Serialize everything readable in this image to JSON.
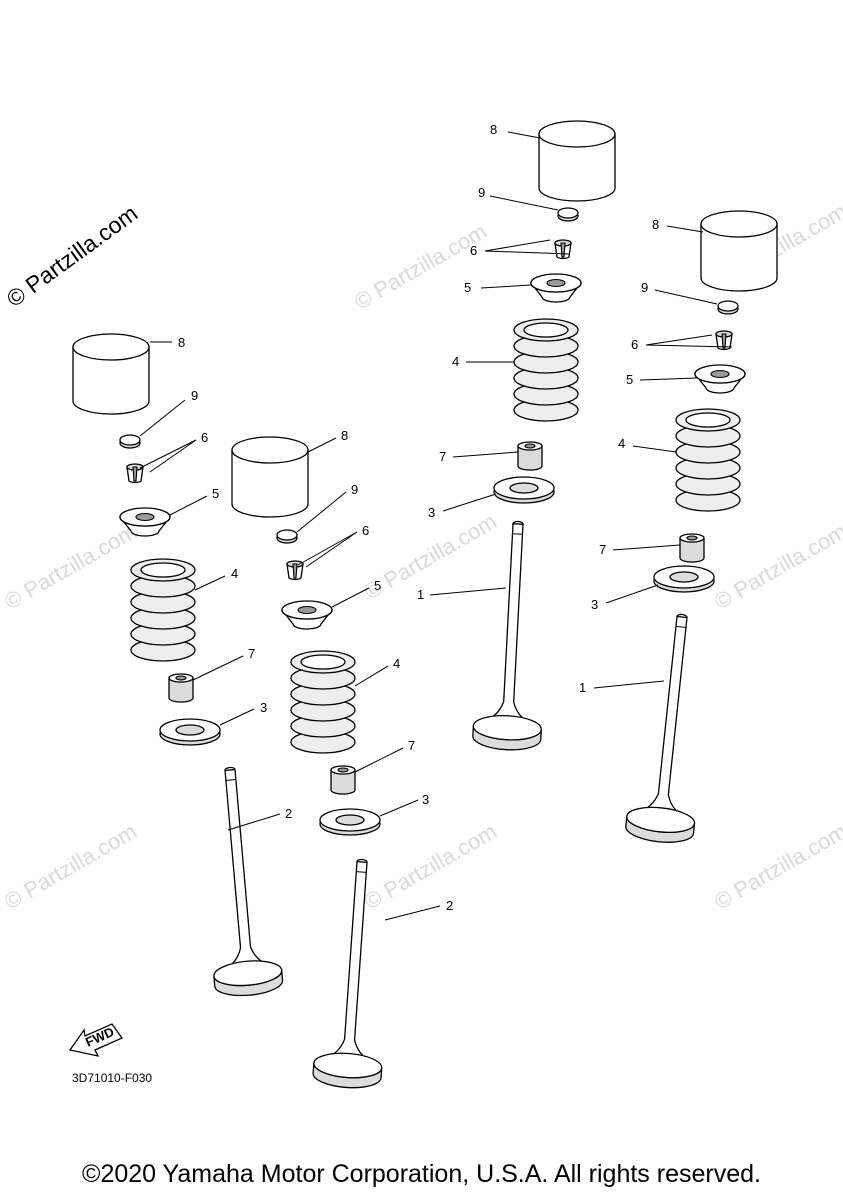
{
  "watermark": {
    "text": "© Partzilla.com",
    "faint_text": "© Partzilla.com"
  },
  "callouts": {
    "valve_intake": "1",
    "valve_exhaust": "2",
    "spring_seat": "3",
    "valve_spring": "4",
    "spring_retainer": "5",
    "valve_cotter": "6",
    "valve_stem_seal": "7",
    "valve_lifter": "8",
    "adjusting_pad": "9"
  },
  "fwd_arrow_label": "FWD",
  "diagram_code": "3D71010-F030",
  "copyright": "©2020 Yamaha Motor Corporation, U.S.A. All rights reserved."
}
